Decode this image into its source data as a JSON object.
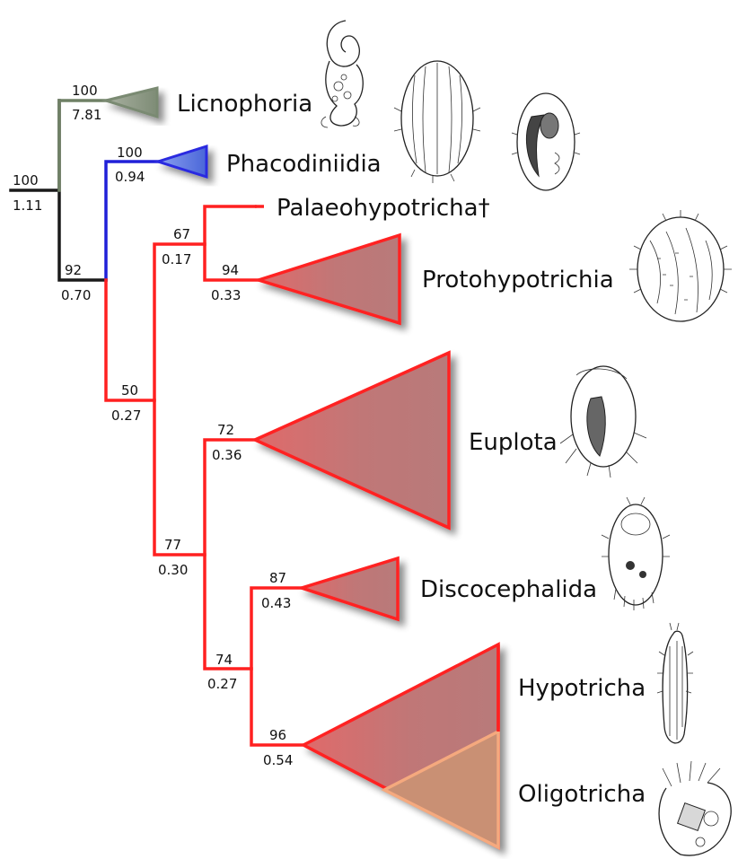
{
  "taxa": {
    "licnophoria": "Licnophoria",
    "phacodiniidia": "Phacodiniidia",
    "palaeohypotricha": "Palaeohypotricha†",
    "protohypotrichia": "Protohypotrichia",
    "euplota": "Euplota",
    "discocephalida": "Discocephalida",
    "hypotricha": "Hypotricha",
    "oligotricha": "Oligotricha"
  },
  "nodes": {
    "root": {
      "support": "100",
      "pp": "1.11"
    },
    "licno": {
      "support": "100",
      "pp": "7.81"
    },
    "n92": {
      "support": "92",
      "pp": "0.70"
    },
    "phaco": {
      "support": "100",
      "pp": "0.94"
    },
    "n50": {
      "support": "50",
      "pp": "0.27"
    },
    "n67": {
      "support": "67",
      "pp": "0.17"
    },
    "proto": {
      "support": "94",
      "pp": "0.33"
    },
    "n77": {
      "support": "77",
      "pp": "0.30"
    },
    "euplota": {
      "support": "72",
      "pp": "0.36"
    },
    "n74": {
      "support": "74",
      "pp": "0.27"
    },
    "disco": {
      "support": "87",
      "pp": "0.43"
    },
    "hypo_oligo": {
      "support": "96",
      "pp": "0.54"
    }
  },
  "colors": {
    "root_branch": "#1a1a1a",
    "licnophoria_branch": "#6f8065",
    "licnophoria_fill": "#8e9a86",
    "phacodiniidia_branch": "#2020d8",
    "phacodiniidia_fill": "#5d74e0",
    "spirotrich_branch": "#ff2020",
    "spirotrich_fill": "#c27878",
    "oligotricha_fill": "#c98e74",
    "oligotricha_edge": "#f5a97e"
  }
}
